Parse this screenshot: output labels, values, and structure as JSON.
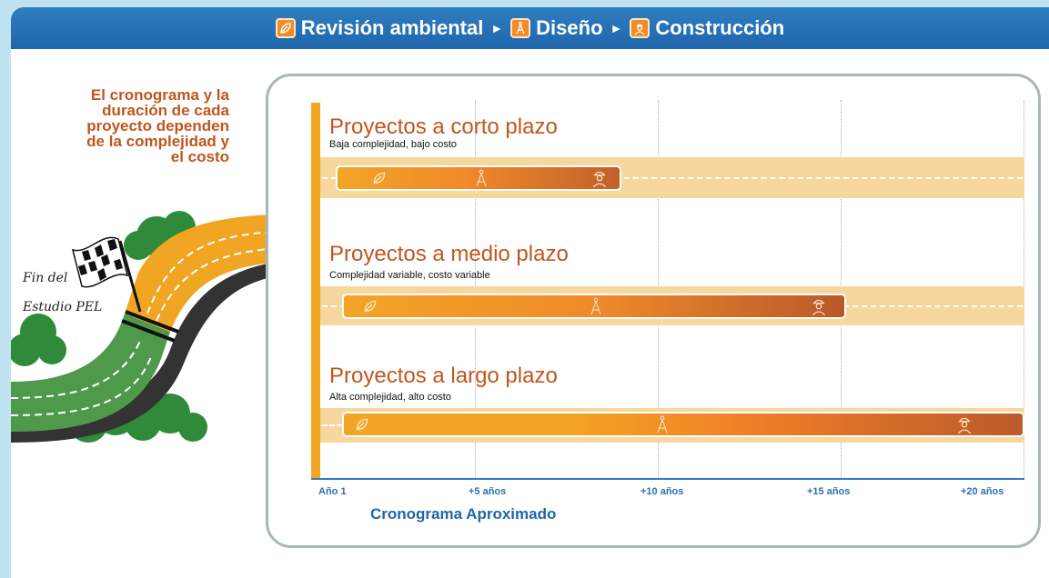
{
  "header": {
    "step1": "Revisión ambiental",
    "step2": "Diseño",
    "step3": "Construcción",
    "separator": "►"
  },
  "side_note": {
    "line1": "El cronograma y la",
    "line2": "duración de cada",
    "line3": "proyecto dependen",
    "line4": "de la complejidad y",
    "line5": "el costo"
  },
  "illustration": {
    "label_line1": "Fin del",
    "label_line2": "Estudio PEL"
  },
  "sections": [
    {
      "title": "Proyectos a corto plazo",
      "subtitle": "Baja complejidad, bajo costo"
    },
    {
      "title": "Proyectos a medio plazo",
      "subtitle": "Complejidad variable, costo variable"
    },
    {
      "title": "Proyectos a largo plazo",
      "subtitle": "Alta complejidad, alto costo"
    }
  ],
  "axis": {
    "ticks": [
      "Año 1",
      "+5 años",
      "+10 años",
      "+15 años",
      "+20 años"
    ],
    "title": "Cronograma Aproximado"
  },
  "icons": [
    "leaf-icon",
    "compass-icon",
    "worker-icon"
  ],
  "colors": {
    "header_blue": "#1f66ad",
    "accent_orange": "#f28b2a",
    "title_brown": "#c0561e",
    "lane_tan": "#f6d79d",
    "road_yellow": "#f0a623",
    "road_green": "#4e9a4a"
  }
}
